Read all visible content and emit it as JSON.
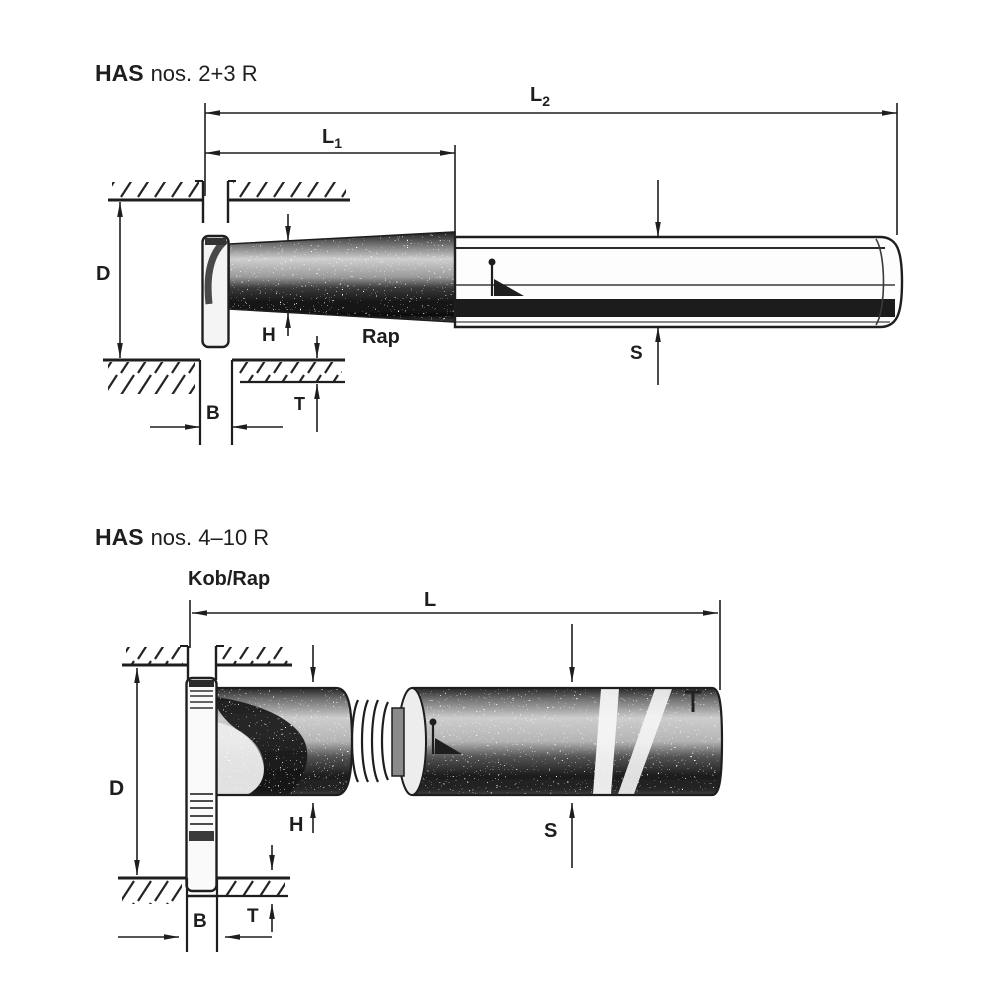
{
  "page": {
    "background": "#ffffff",
    "ink": "#1e1e1e"
  },
  "figure1": {
    "title_bold": "HAS",
    "title_rest": "nos. 2+3 R",
    "labels": {
      "l2": "L",
      "l2_sub": "2",
      "l1": "L",
      "l1_sub": "1",
      "d": "D",
      "h": "H",
      "rap": "Rap",
      "s": "S",
      "t": "T",
      "b": "B"
    }
  },
  "figure2": {
    "title_bold": "HAS",
    "title_rest": "nos. 4–10 R",
    "coupling_label": "Kob/Rap",
    "labels": {
      "l": "L",
      "d": "D",
      "h": "H",
      "s": "S",
      "t": "T",
      "b": "B"
    }
  }
}
